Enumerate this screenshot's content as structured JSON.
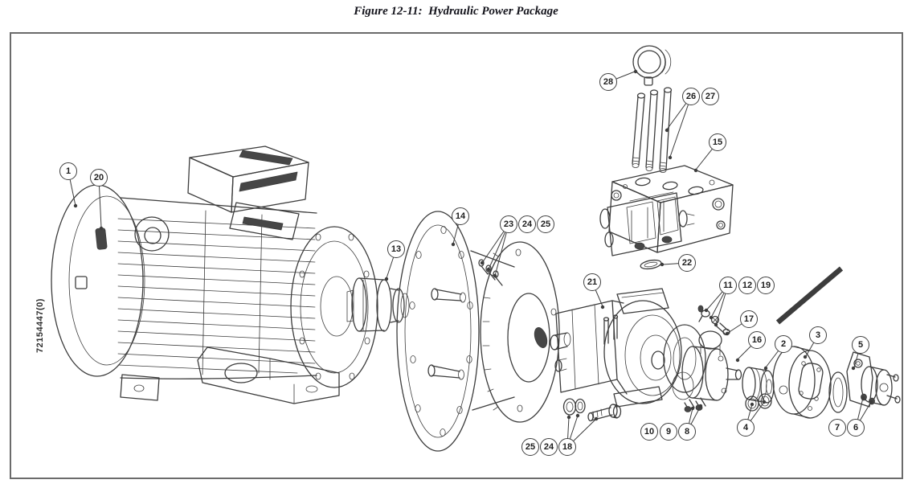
{
  "figure": {
    "title": "Figure 12-11:  Hydraulic Power Package",
    "drawing_number": "72154447(0)"
  },
  "arrow": {
    "color": "#e8190f",
    "points_to_part": "16"
  },
  "colors": {
    "line_ink": "#3c3c3c",
    "frame_border": "#6b6b6b",
    "background": "#ffffff"
  },
  "callouts": [
    {
      "label": "1"
    },
    {
      "label": "20"
    },
    {
      "label": "13"
    },
    {
      "label": "14"
    },
    {
      "label": "23"
    },
    {
      "label": "24"
    },
    {
      "label": "25"
    },
    {
      "label": "21"
    },
    {
      "label": "28"
    },
    {
      "label": "26"
    },
    {
      "label": "27"
    },
    {
      "label": "15"
    },
    {
      "label": "22"
    },
    {
      "label": "11"
    },
    {
      "label": "12"
    },
    {
      "label": "19"
    },
    {
      "label": "17"
    },
    {
      "label": "16"
    },
    {
      "label": "2"
    },
    {
      "label": "3"
    },
    {
      "label": "5"
    },
    {
      "label": "25"
    },
    {
      "label": "24"
    },
    {
      "label": "18"
    },
    {
      "label": "10"
    },
    {
      "label": "9"
    },
    {
      "label": "8"
    },
    {
      "label": "4"
    },
    {
      "label": "7"
    },
    {
      "label": "6"
    }
  ]
}
